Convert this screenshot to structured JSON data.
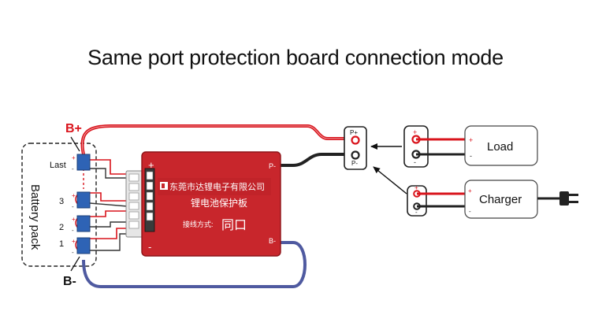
{
  "title": "Same port protection board connection mode",
  "battery": {
    "label": "Battery pack",
    "positive_label": "B+",
    "negative_label": "B-",
    "cells": [
      "Last",
      "3",
      "2",
      "1"
    ],
    "plus": "+",
    "minus": "-"
  },
  "board": {
    "company": "东莞市达锂电子有限公司",
    "name": "锂电池保护板",
    "mode_label": "接线方式:",
    "mode_value": "同口",
    "plus": "+",
    "minus": "-",
    "p_minus": "P-",
    "b_minus": "B-"
  },
  "port": {
    "p_plus": "P+",
    "p_minus": "P-"
  },
  "load": {
    "label": "Load",
    "plus": "+",
    "minus": "-"
  },
  "charger": {
    "label": "Charger",
    "plus": "+",
    "minus": "-"
  },
  "colors": {
    "red_wire": "#d9141c",
    "black_wire": "#222222",
    "blue_wire": "#4f5aa0",
    "board": "#c8262c",
    "cell": "#2e63b5"
  }
}
